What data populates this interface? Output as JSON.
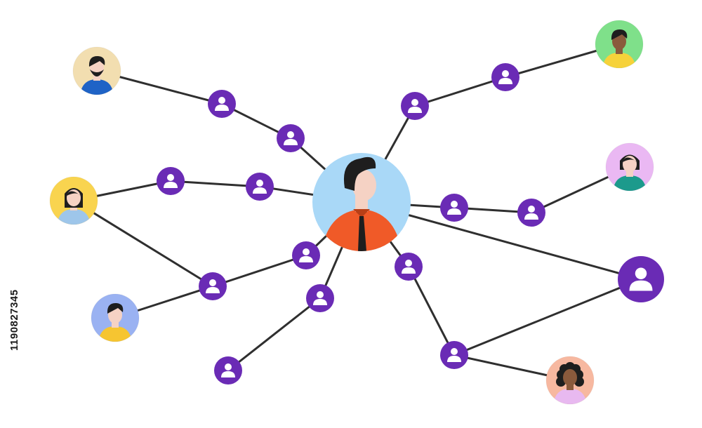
{
  "watermark": {
    "stock_id": "1190827345"
  },
  "colors": {
    "line": "#2f2f2f",
    "node": "#6a2bb5",
    "node_glyph": "#ffffff",
    "skin": "#f5d2c4",
    "skin_dark": "#8a5a3c",
    "hair": "#1e1e1e"
  },
  "network": {
    "hub": {
      "icon": "man-with-tie-avatar",
      "bg": "#a9d8f7",
      "shirt": "#f05a28"
    },
    "people": [
      {
        "key": "bearded-man",
        "icon": "bearded-man-avatar",
        "bg": "#f2deb0",
        "shirt": "#1f63c6",
        "skin": "#f5d2c4",
        "hair": "long-beard"
      },
      {
        "key": "man-top-right",
        "icon": "man-yellow-shirt-avatar",
        "bg": "#7fe08a",
        "shirt": "#f6d23a",
        "skin": "#8a5a3c",
        "hair": "short"
      },
      {
        "key": "woman-left",
        "icon": "woman-blue-top-avatar",
        "bg": "#f9d44f",
        "shirt": "#9ec6ea",
        "skin": "#f5d2c4",
        "hair": "long"
      },
      {
        "key": "woman-right",
        "icon": "woman-teal-top-avatar",
        "bg": "#eab8f3",
        "shirt": "#1c9a8c",
        "skin": "#f5d2c4",
        "hair": "bob"
      },
      {
        "key": "man-bottom-left",
        "icon": "man-mustache-avatar",
        "bg": "#9ab2f2",
        "shirt": "#f6c531",
        "skin": "#f5d2c4",
        "hair": "short"
      },
      {
        "key": "woman-curly",
        "icon": "curly-hair-woman-avatar",
        "bg": "#f7b8a0",
        "shirt": "#e8b9f0",
        "skin": "#8a5a3c",
        "hair": "curly"
      }
    ],
    "user_nodes": 14,
    "large_user_nodes": 1
  }
}
